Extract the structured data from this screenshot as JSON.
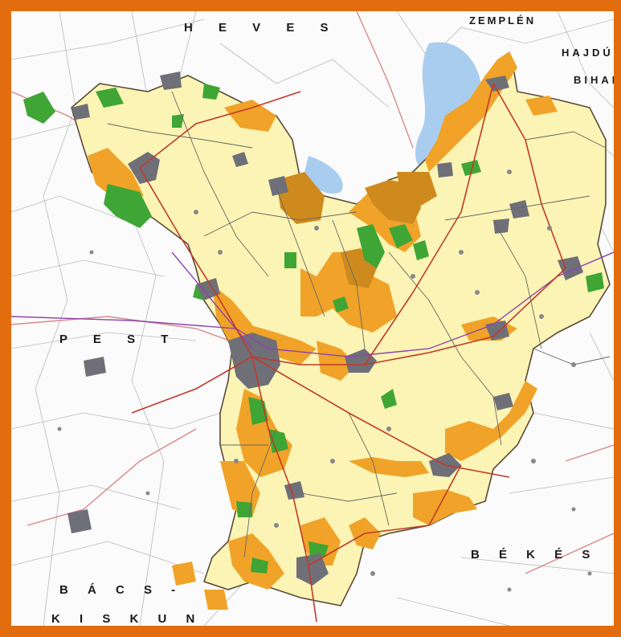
{
  "map": {
    "region_labels": {
      "heves": "H E V E S",
      "zemplen": "ZEMPLÉN",
      "hajdu": "HAJDÚ",
      "bihar": "BIHAR",
      "pest": "P E S T",
      "bekes": "B É K É S",
      "bacs": "B Á C S -",
      "kiskun": "K I S K U N"
    },
    "colors": {
      "frame": "#e26d0e",
      "county_fill": "#fbf4b4",
      "county_border": "#5a4a3a",
      "protected_orange": "#f0a328",
      "protected_dark": "#cf8a1e",
      "forest_green": "#3fa535",
      "urban_gray": "#6f6f78",
      "water_blue": "#a9cdee",
      "road_red": "#c0392b",
      "rail_purple": "#8e44ad",
      "road_dark": "#555555",
      "background": "#fbfbfb"
    }
  }
}
